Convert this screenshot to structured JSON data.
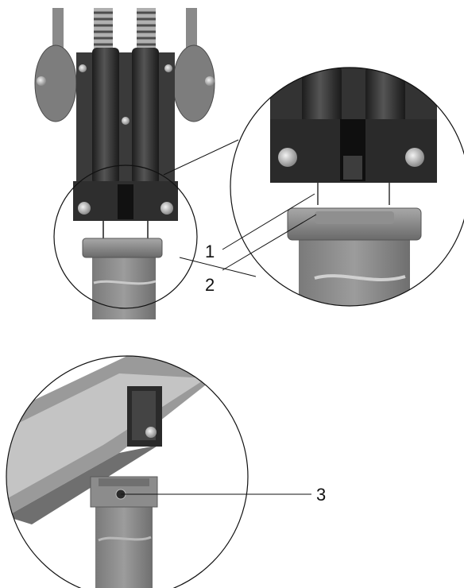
{
  "callouts": {
    "one": "1",
    "two": "2",
    "three": "3"
  },
  "colors": {
    "metal_dark": "#2b2b2b",
    "metal_mid": "#6e6e6e",
    "metal_light": "#9a9a9a",
    "tube": "#8c8c8c",
    "line": "#111111",
    "background": "#ffffff"
  }
}
